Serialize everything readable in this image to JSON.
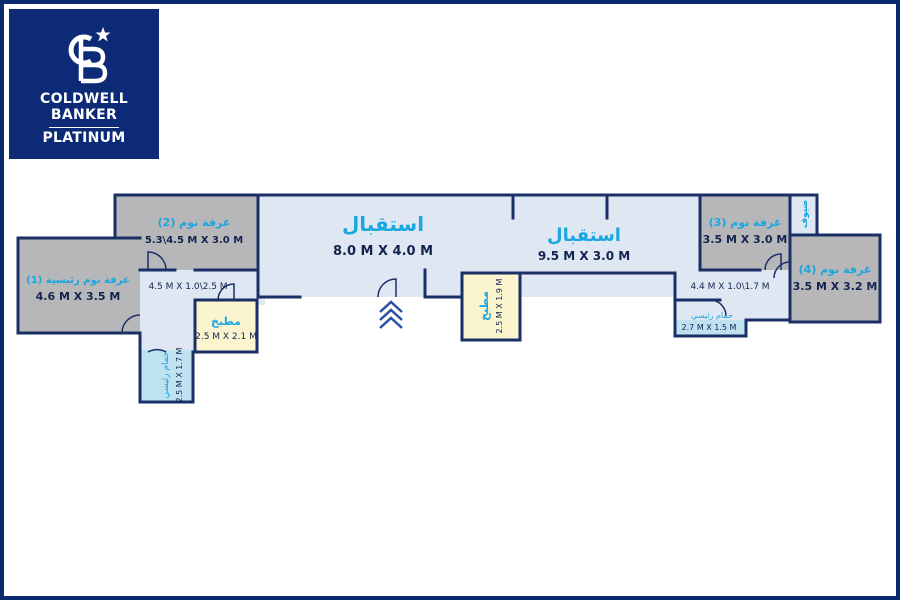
{
  "brand": {
    "line1": "COLDWELL",
    "line2": "BANKER",
    "line3": "PLATINUM",
    "logo_icon": "cb-monogram-star-icon",
    "bg_color": "#0c2a76"
  },
  "colors": {
    "frame": "#0b2a6b",
    "wall": "#1a2f66",
    "reception_fill": "#dfe8f2",
    "bedroom_fill": "#b7b7b9",
    "kitchen_fill": "#faf4cf",
    "bath_fill": "#bfe2f1",
    "label_cyan": "#1aa6df",
    "label_dark": "#12244f"
  },
  "rooms": {
    "reception_main": {
      "name": "استقبال",
      "dims": "8.0 M X 4.0 M"
    },
    "reception_second": {
      "name": "استقبال",
      "dims": "9.5 M X 3.0 M"
    },
    "bedroom_2": {
      "name": "غرفة نوم (2)",
      "dims": "5.3\\4.5 M X 3.0 M"
    },
    "bedroom_master": {
      "name": "غرفة نوم رئيسية (1)",
      "dims": "4.6 M X 3.5 M"
    },
    "corridor_left": {
      "dims": "4.5 M X 1.0\\2.5 M"
    },
    "kitchen_left": {
      "name": "مطبخ",
      "dims": "2.5 M X 2.1 M"
    },
    "bath_master": {
      "name": "حمام رئيسي",
      "dims": "2.5 M X 1.7 M"
    },
    "kitchen_center": {
      "name": "مطبخ",
      "dims": "2.5 M X 1.9 M"
    },
    "bedroom_3": {
      "name": "غرفة نوم (3)",
      "dims": "3.5 M X 3.0 M"
    },
    "bedroom_4": {
      "name": "غرفة نوم (4)",
      "dims": "3.5 M X 3.2 M"
    },
    "corridor_right": {
      "dims": "4.4 M X 1.0\\1.7 M"
    },
    "bath_right": {
      "name": "حمام رئيسي",
      "dims": "2.7 M X 1.5 M"
    },
    "guest_wc": {
      "name": "ضيوف"
    }
  },
  "entrance_icon": "entrance-chevron-icon"
}
